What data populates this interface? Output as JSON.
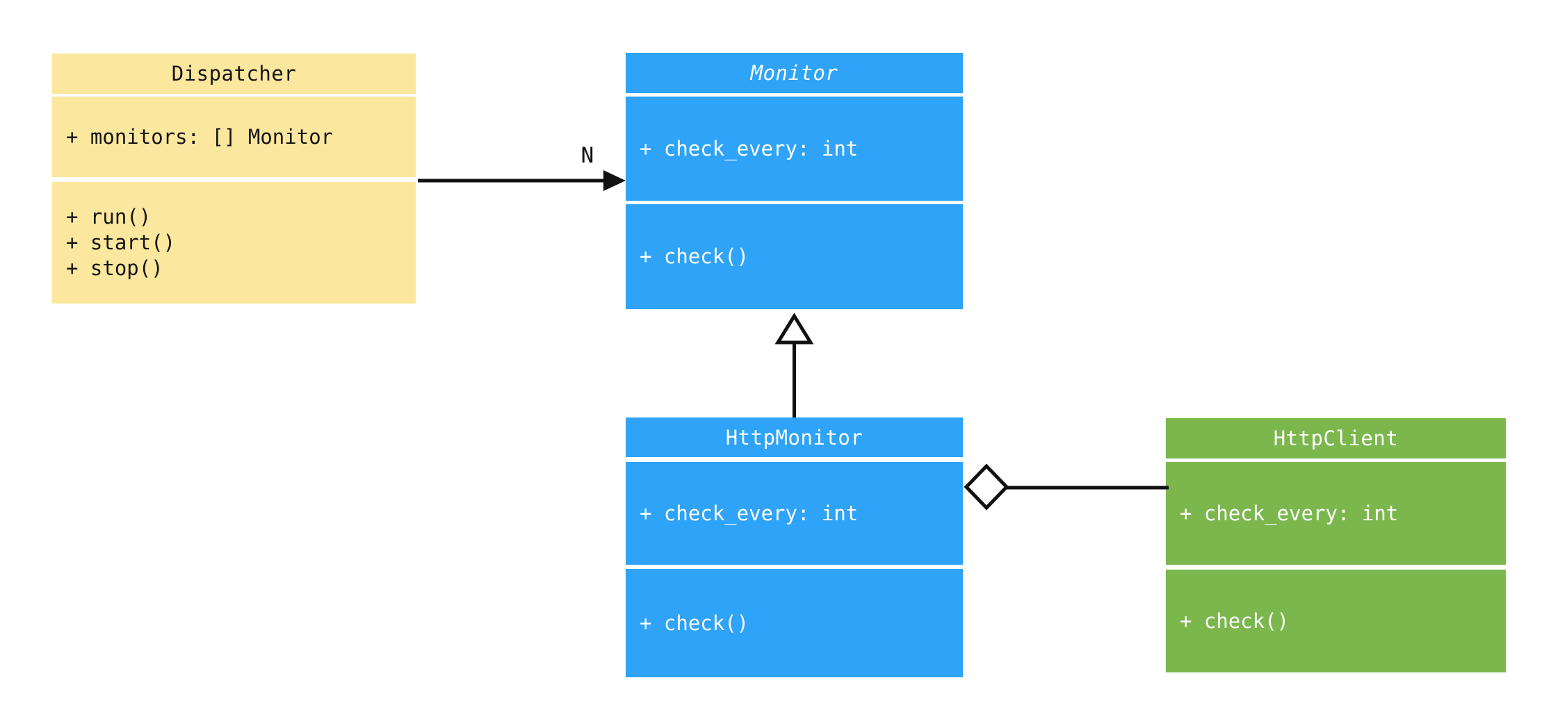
{
  "diagram": {
    "kind": "uml-class-diagram",
    "background_color": "#FFFFFF",
    "line_color": "#111111",
    "classes": [
      {
        "name": "Dispatcher",
        "abstract": false,
        "fill_color": "#FCE79E",
        "text_color": "#151515",
        "attributes": [
          "+ monitors: [] Monitor"
        ],
        "methods": [
          "+ run()",
          "+ start()",
          "+ stop()"
        ]
      },
      {
        "name": "Monitor",
        "abstract": true,
        "fill_color": "#2EA3F8",
        "text_color": "#FFFFFF",
        "attributes": [
          "+ check_every: int"
        ],
        "methods": [
          "+ check()"
        ]
      },
      {
        "name": "HttpMonitor",
        "abstract": false,
        "fill_color": "#2EA3F8",
        "text_color": "#FFFFFF",
        "attributes": [
          "+ check_every: int"
        ],
        "methods": [
          "+ check()"
        ]
      },
      {
        "name": "HttpClient",
        "abstract": false,
        "fill_color": "#7BB74D",
        "text_color": "#FFFFFF",
        "attributes": [
          "+ check_every: int"
        ],
        "methods": [
          "+ check()"
        ]
      }
    ],
    "relationships": [
      {
        "type": "directed-association",
        "from": "Dispatcher",
        "to": "Monitor",
        "multiplicity_label": "N"
      },
      {
        "type": "generalization",
        "from": "HttpMonitor",
        "to": "Monitor",
        "multiplicity_label": ""
      },
      {
        "type": "aggregation",
        "from": "HttpMonitor",
        "to": "HttpClient",
        "multiplicity_label": ""
      }
    ]
  }
}
